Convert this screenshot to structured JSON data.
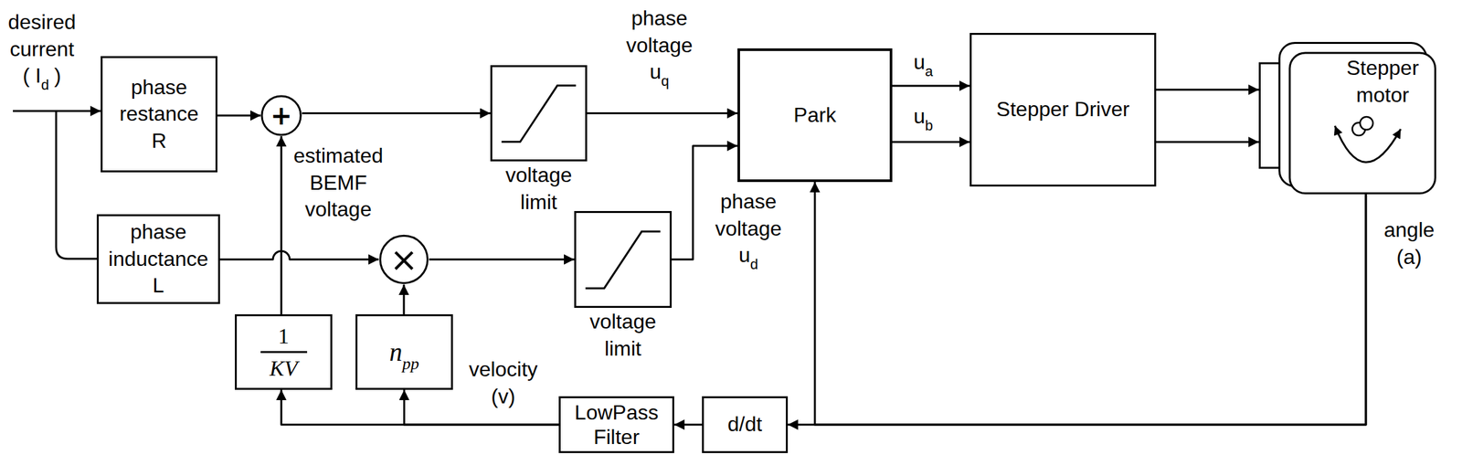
{
  "diagram": {
    "nodes": [
      {
        "text": [
          "phase restance R"
        ]
      },
      {
        "text": [
          "+"
        ]
      },
      {
        "text": [
          "voltage limit"
        ]
      },
      {
        "text": [
          "Park"
        ]
      },
      {
        "text": [
          "Stepper Driver"
        ]
      },
      {
        "text": [
          "Stepper motor"
        ]
      },
      {
        "text": [
          "phase inductance L"
        ]
      },
      {
        "text": [
          "×"
        ]
      },
      {
        "text": [
          "voltage limit"
        ]
      },
      {
        "text": [
          "1",
          "KV"
        ]
      },
      {
        "text": [
          "n",
          "pp"
        ]
      },
      {
        "text": [
          "LowPass Filter"
        ]
      },
      {
        "text": [
          "d/dt"
        ]
      }
    ],
    "edges": [
      {
        "from": 0,
        "to": 1,
        "arrow": "to"
      },
      {
        "from": 1,
        "to": 2,
        "arrow": "to"
      },
      {
        "from": 2,
        "to": 3,
        "arrow": "to"
      },
      {
        "from": 3,
        "to": 4,
        "arrow": "to"
      },
      {
        "from": 3,
        "to": 4,
        "arrow": "to"
      },
      {
        "from": 4,
        "to": 5,
        "arrow": "to"
      },
      {
        "from": 4,
        "to": 5,
        "arrow": "to"
      },
      {
        "from": 6,
        "to": 7,
        "arrow": "to"
      },
      {
        "from": 10,
        "to": 7,
        "arrow": "to"
      },
      {
        "from": 7,
        "to": 8,
        "arrow": "to"
      },
      {
        "from": 8,
        "to": 3,
        "arrow": "to"
      },
      {
        "from": 9,
        "to": 1,
        "label": "estimated BEMF voltage",
        "arrow": "to"
      },
      {
        "from": 5,
        "to": 3,
        "label": "angle (a)",
        "arrow": "to"
      },
      {
        "from": 5,
        "to": 12,
        "arrow": "to"
      },
      {
        "from": 12,
        "to": 11,
        "arrow": "to"
      },
      {
        "from": 11,
        "to": 10,
        "label": "velocity (v)",
        "arrow": "to"
      },
      {
        "from": 11,
        "to": 9,
        "arrow": "to"
      }
    ],
    "labels": [
      "desired current",
      "( I",
      "d",
      ")",
      "phase voltage",
      "u",
      "q",
      "phase voltage",
      "u",
      "d",
      "u",
      "a",
      "u",
      "b"
    ]
  }
}
